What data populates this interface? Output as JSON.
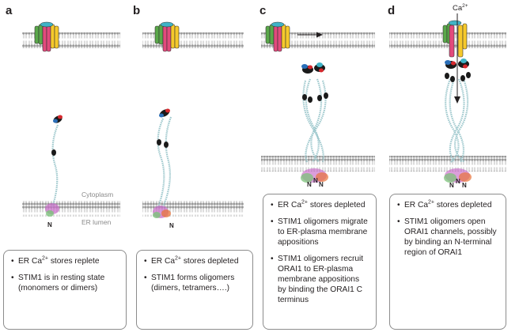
{
  "panels": [
    {
      "letter": "a",
      "notes": [
        {
          "pre": "ER Ca",
          "sup": "2+",
          "post": " stores replete"
        },
        {
          "pre": "STIM1 is in resting state (monomers or dimers)",
          "sup": "",
          "post": ""
        }
      ]
    },
    {
      "letter": "b",
      "notes": [
        {
          "pre": "ER Ca",
          "sup": "2+",
          "post": " stores depleted"
        },
        {
          "pre": "STIM1 forms oligomers (dimers, tetramers….)",
          "sup": "",
          "post": ""
        }
      ]
    },
    {
      "letter": "c",
      "notes": [
        {
          "pre": "ER Ca",
          "sup": "2+",
          "post": " stores depleted"
        },
        {
          "pre": "STIM1 oligomers migrate to ER-plasma membrane appositions",
          "sup": "",
          "post": ""
        },
        {
          "pre": "STIM1 oligomers recruit ORAI1 to ER-plasma membrane appositions by binding the ORAI1 C terminus",
          "sup": "",
          "post": ""
        }
      ]
    },
    {
      "letter": "d",
      "notes": [
        {
          "pre": "ER Ca",
          "sup": "2+",
          "post": " stores depleted"
        },
        {
          "pre": "STIM1 oligomers open ORAI1 channels, possibly by binding an N-terminal region of ORAI1",
          "sup": "",
          "post": ""
        }
      ]
    }
  ],
  "labels": {
    "cytoplasm": "Cytoplasm",
    "er_lumen": "ER lumen",
    "n_terminus": "N",
    "ca_ion": "Ca",
    "ca_charge": "2+"
  },
  "colors": {
    "membrane": "#9a9a9a",
    "stim_coil": "#9cc7cc",
    "stim_domain": "#1a1a1a",
    "tip_blue": "#2b6fb8",
    "tip_red": "#d6282d",
    "orai_green": "#5aa84a",
    "orai_pink": "#e24a7c",
    "orai_yellow": "#f6c92b",
    "orai_teal": "#3fb3c6"
  }
}
